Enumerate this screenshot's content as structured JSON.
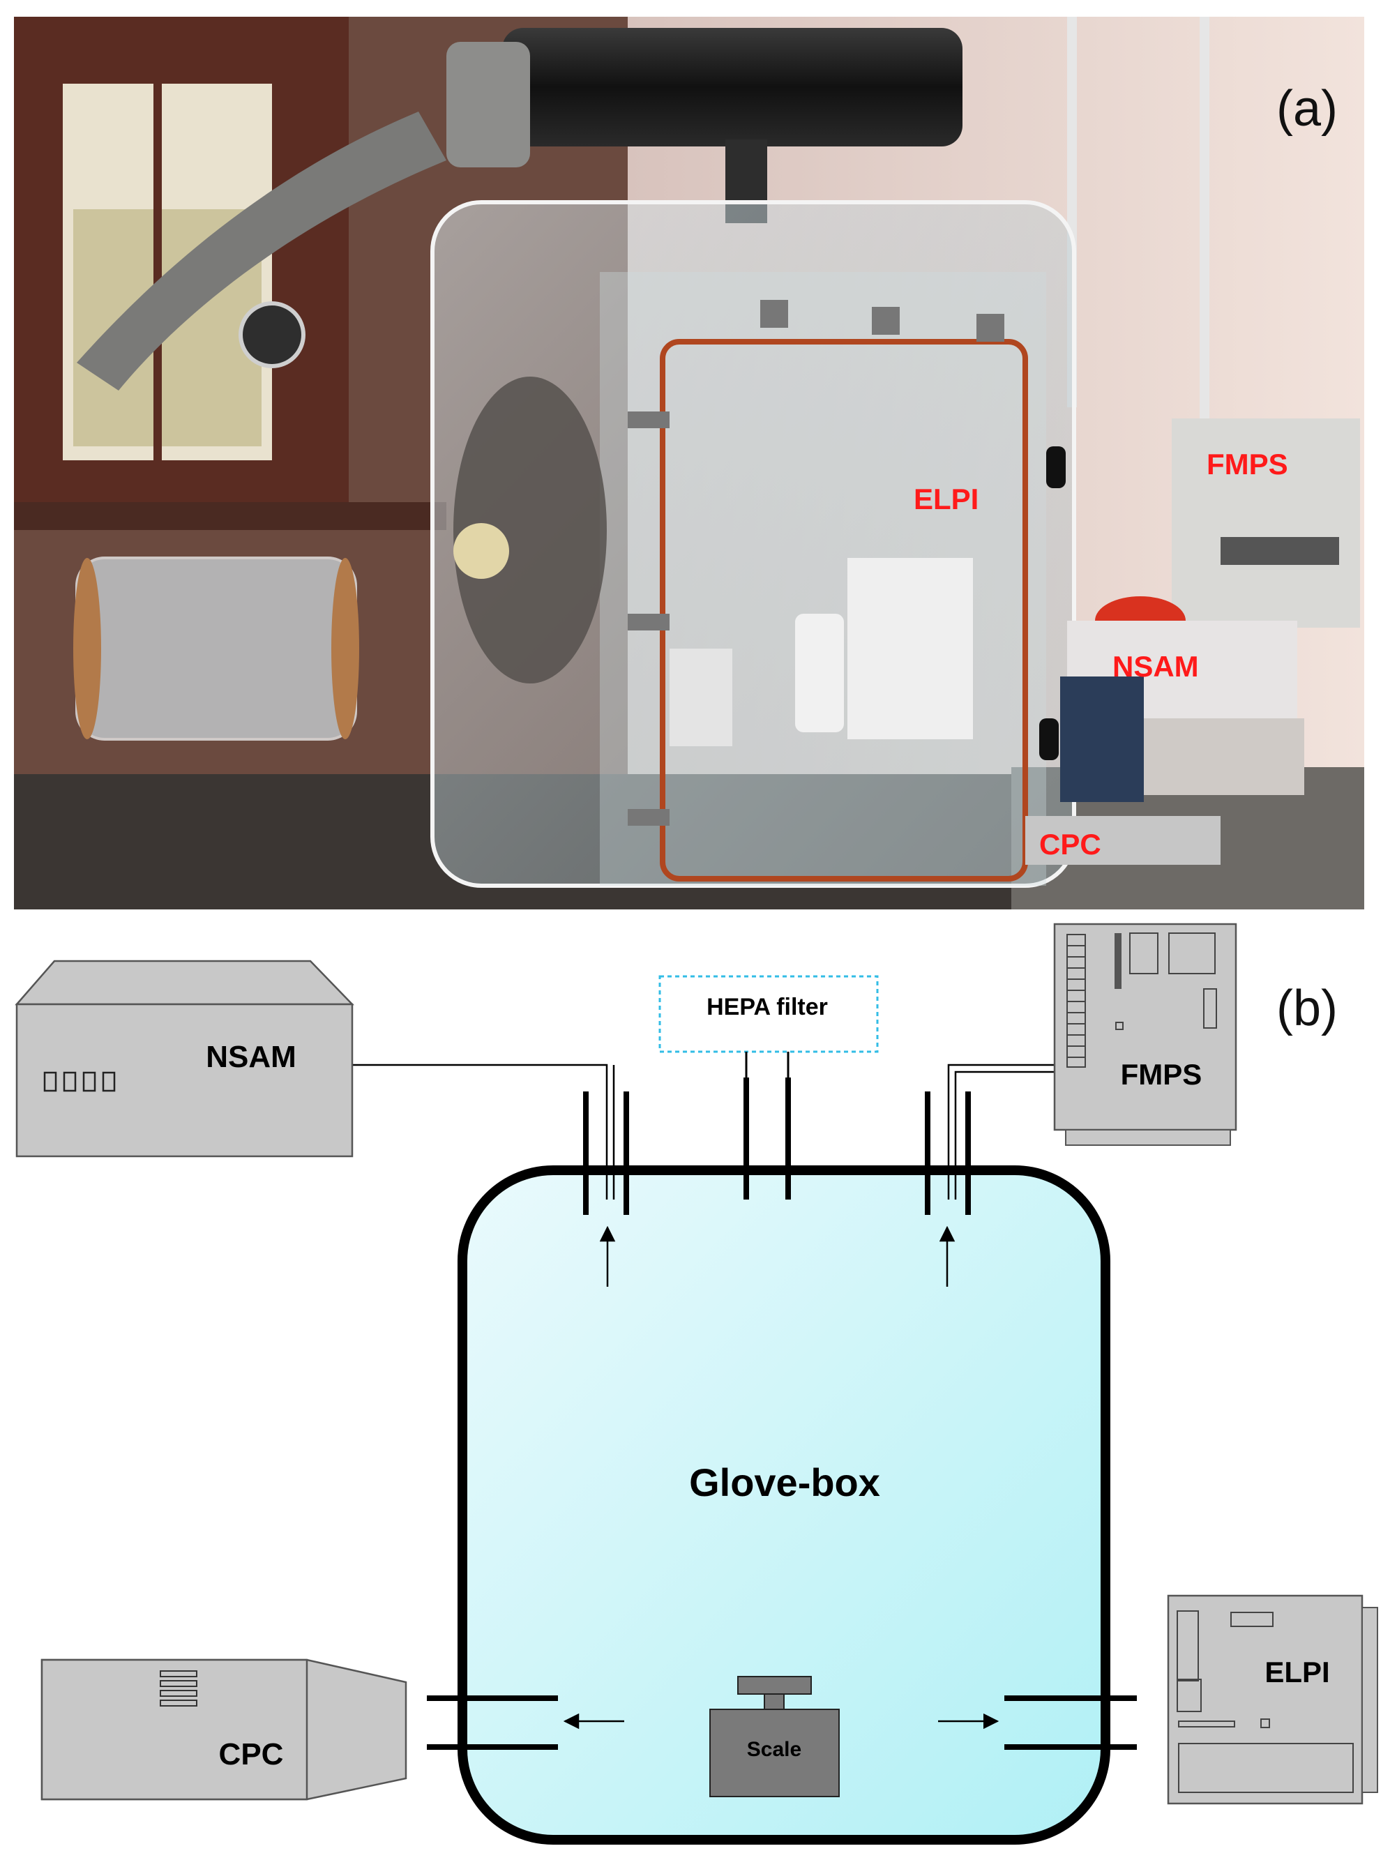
{
  "panel_a": {
    "label": "(a)",
    "instrument_labels": {
      "elpi": "ELPI",
      "fmps": "FMPS",
      "nsam": "NSAM",
      "cpc": "CPC"
    }
  },
  "panel_b": {
    "label": "(b)",
    "hepa_filter": "HEPA filter",
    "glove_box": "Glove-box",
    "scale": "Scale",
    "nsam": "NSAM",
    "fmps": "FMPS",
    "cpc": "CPC",
    "elpi": "ELPI"
  },
  "colors": {
    "annotation_red": "#ff1a1a",
    "glove_box_fill_top": "#e8f8fb",
    "glove_box_fill_bottom": "#b6f1f6",
    "instrument_gray": "#c8c8c8",
    "hepa_border": "#33bde6"
  }
}
